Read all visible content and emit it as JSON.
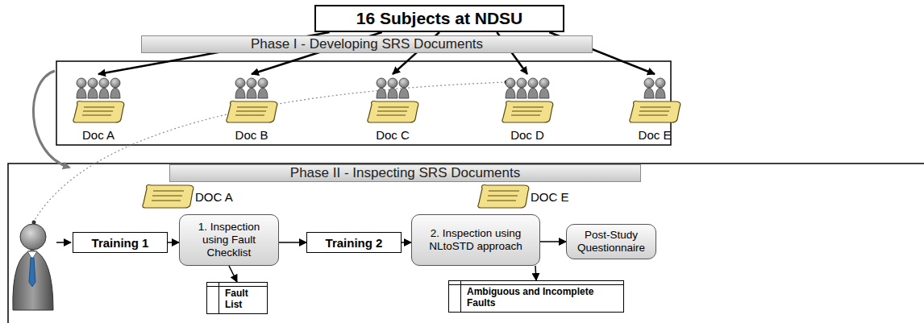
{
  "diagram": {
    "nodes": [
      {
        "text": [
          "16 Subjects at NDSU"
        ]
      },
      {
        "text": [
          "Phase I - Developing SRS Documents"
        ]
      },
      {
        "text": [
          "Doc A"
        ]
      },
      {
        "text": [
          "Doc B"
        ]
      },
      {
        "text": [
          "Doc C"
        ]
      },
      {
        "text": [
          "Doc D"
        ]
      },
      {
        "text": [
          "Doc E"
        ]
      },
      {
        "text": [
          "Phase II - Inspecting SRS Documents"
        ]
      },
      {
        "text": [
          "Training 1"
        ]
      },
      {
        "text": [
          "1. Inspection using Fault Checklist"
        ]
      },
      {
        "text": [
          "Training 2"
        ]
      },
      {
        "text": [
          "2. Inspection using NLtoSTD approach"
        ]
      },
      {
        "text": [
          "Post-Study Questionnaire"
        ]
      },
      {
        "text": [
          "Fault List"
        ]
      },
      {
        "text": [
          "Ambiguous and Incomplete Faults"
        ]
      }
    ],
    "edges": [
      {
        "from": 0,
        "to": 2,
        "arrow": "to"
      },
      {
        "from": 0,
        "to": 3,
        "arrow": "to"
      },
      {
        "from": 0,
        "to": 4,
        "arrow": "to"
      },
      {
        "from": 0,
        "to": 5,
        "arrow": "to"
      },
      {
        "from": 0,
        "to": 6,
        "arrow": "to"
      },
      {
        "from": 8,
        "to": 9,
        "arrow": "to"
      },
      {
        "from": 9,
        "to": 10,
        "arrow": "to"
      },
      {
        "from": 10,
        "to": 11,
        "arrow": "to"
      },
      {
        "from": 11,
        "to": 12,
        "arrow": "to"
      },
      {
        "from": 9,
        "to": 13,
        "arrow": "to"
      },
      {
        "from": 11,
        "to": 14,
        "arrow": "to"
      }
    ],
    "labels": [
      "DOC A",
      "DOC E"
    ]
  }
}
